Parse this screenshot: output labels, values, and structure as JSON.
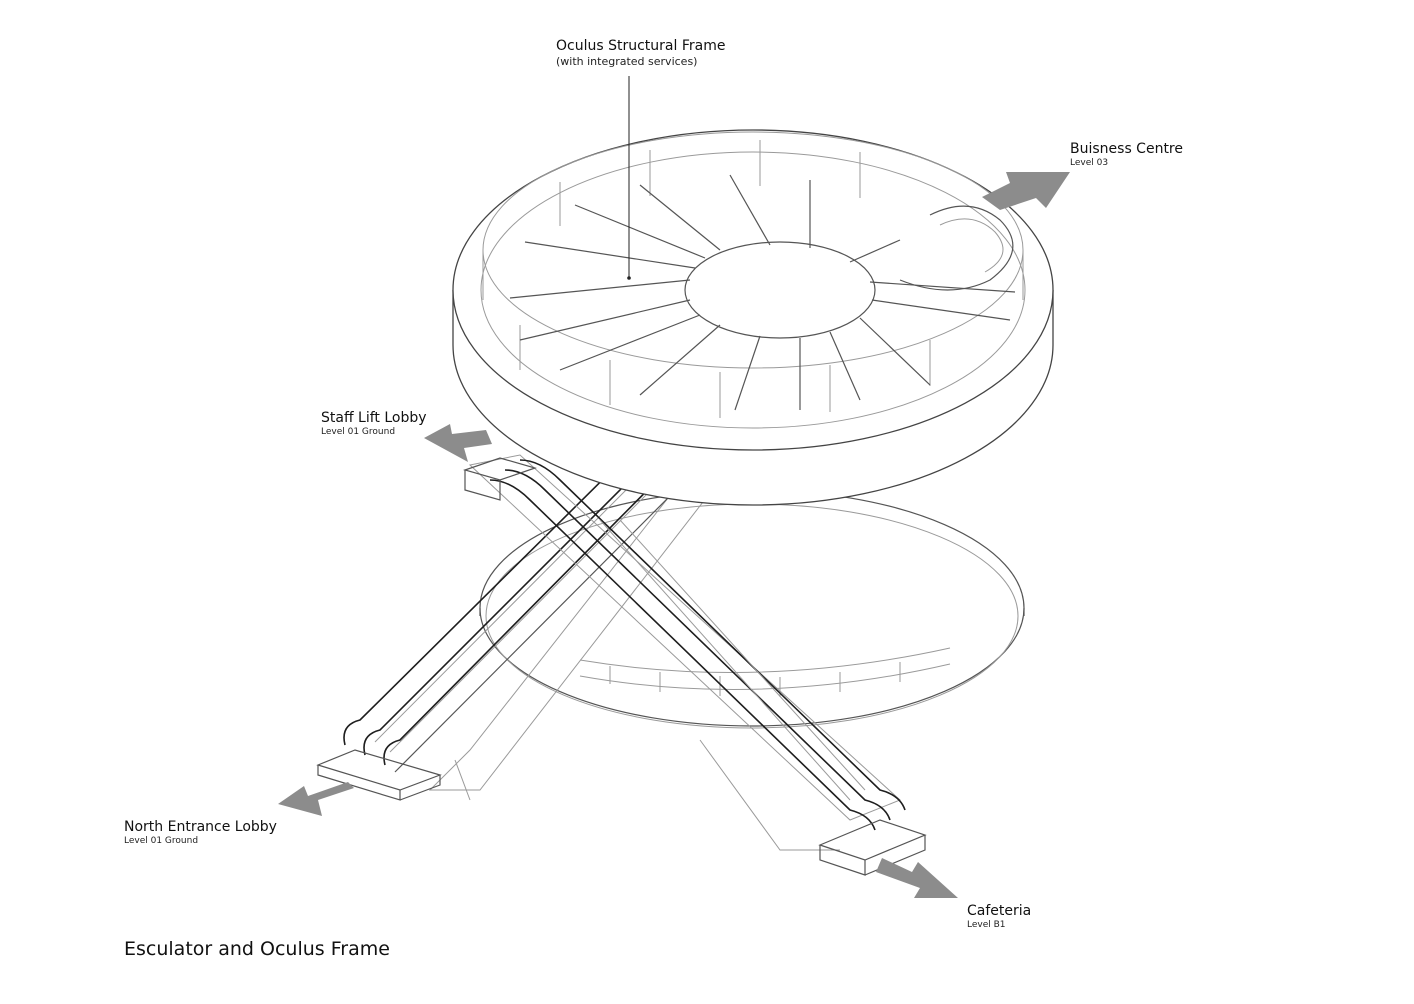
{
  "labels": {
    "oculus": {
      "title": "Oculus Structural Frame",
      "subtitle": "(with integrated services)"
    },
    "business": {
      "title": "Buisness Centre",
      "subtitle": "Level 03"
    },
    "staff": {
      "title": "Staff Lift Lobby",
      "subtitle": "Level 01 Ground"
    },
    "north": {
      "title": "North Entrance Lobby",
      "subtitle": "Level 01 Ground"
    },
    "cafeteria": {
      "title": "Cafeteria",
      "subtitle": "Level B1"
    }
  },
  "caption": "Esculator and Oculus Frame",
  "colors": {
    "arrow": "#8c8c8c",
    "line": "#444444",
    "handrail": "#1e1e1e"
  }
}
